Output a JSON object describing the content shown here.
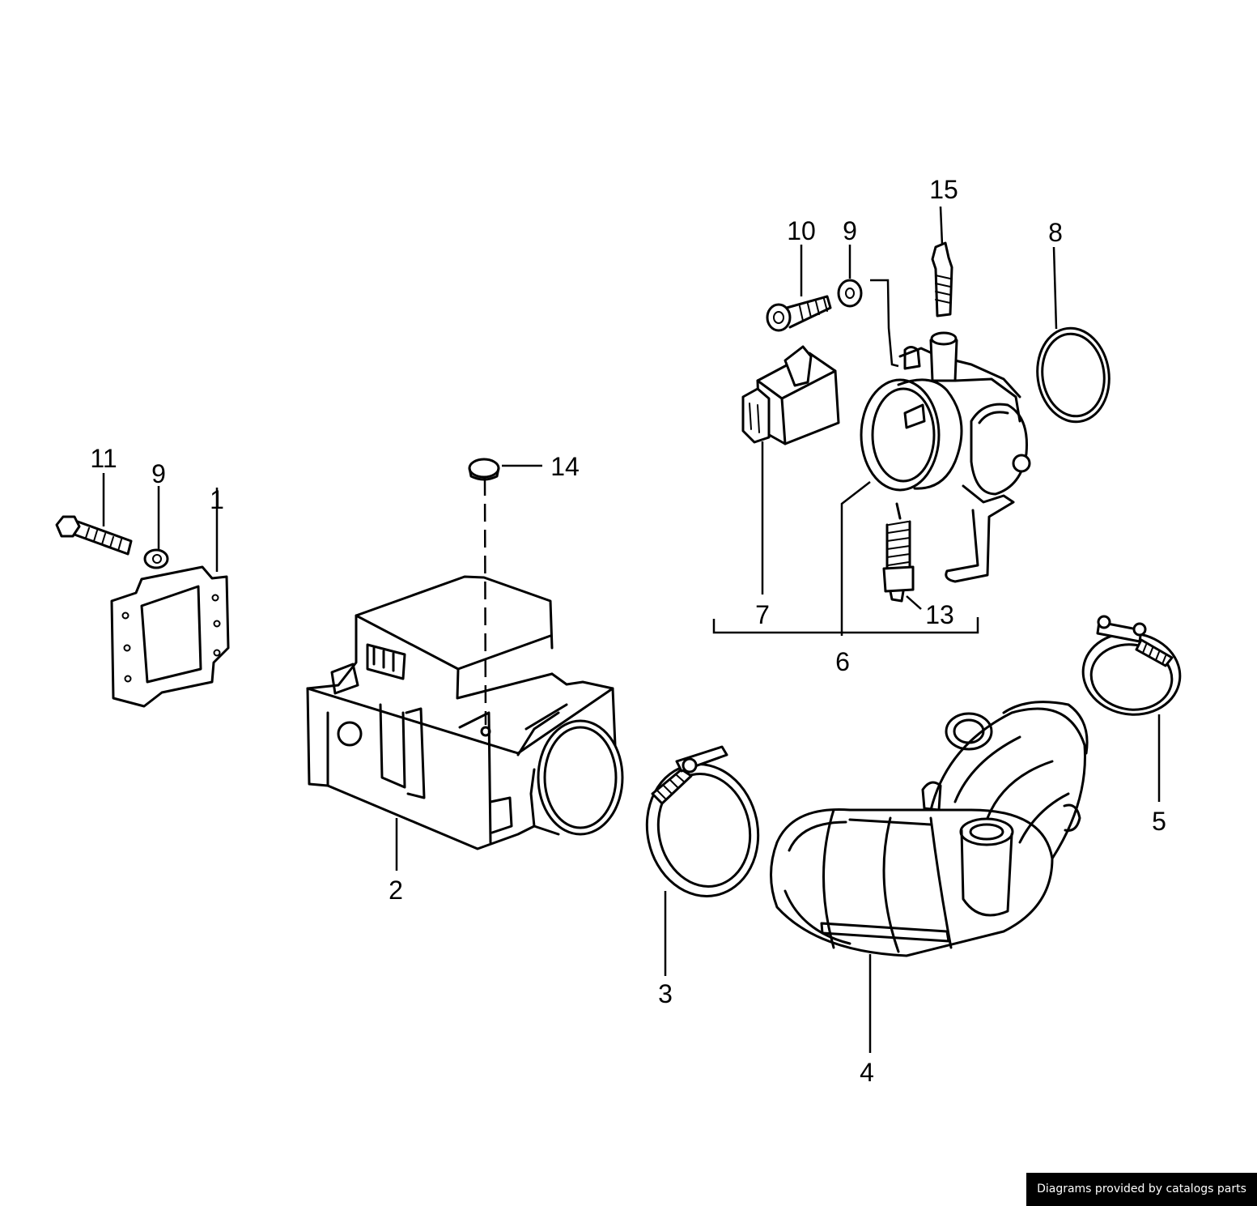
{
  "callouts": {
    "c1": "1",
    "c2": "2",
    "c3": "3",
    "c4": "4",
    "c5": "5",
    "c6": "6",
    "c7": "7",
    "c8": "8",
    "c9a": "9",
    "c9b": "9",
    "c10": "10",
    "c11": "11",
    "c13": "13",
    "c14": "14",
    "c15": "15"
  },
  "credit": "Diagrams provided by catalogs parts"
}
